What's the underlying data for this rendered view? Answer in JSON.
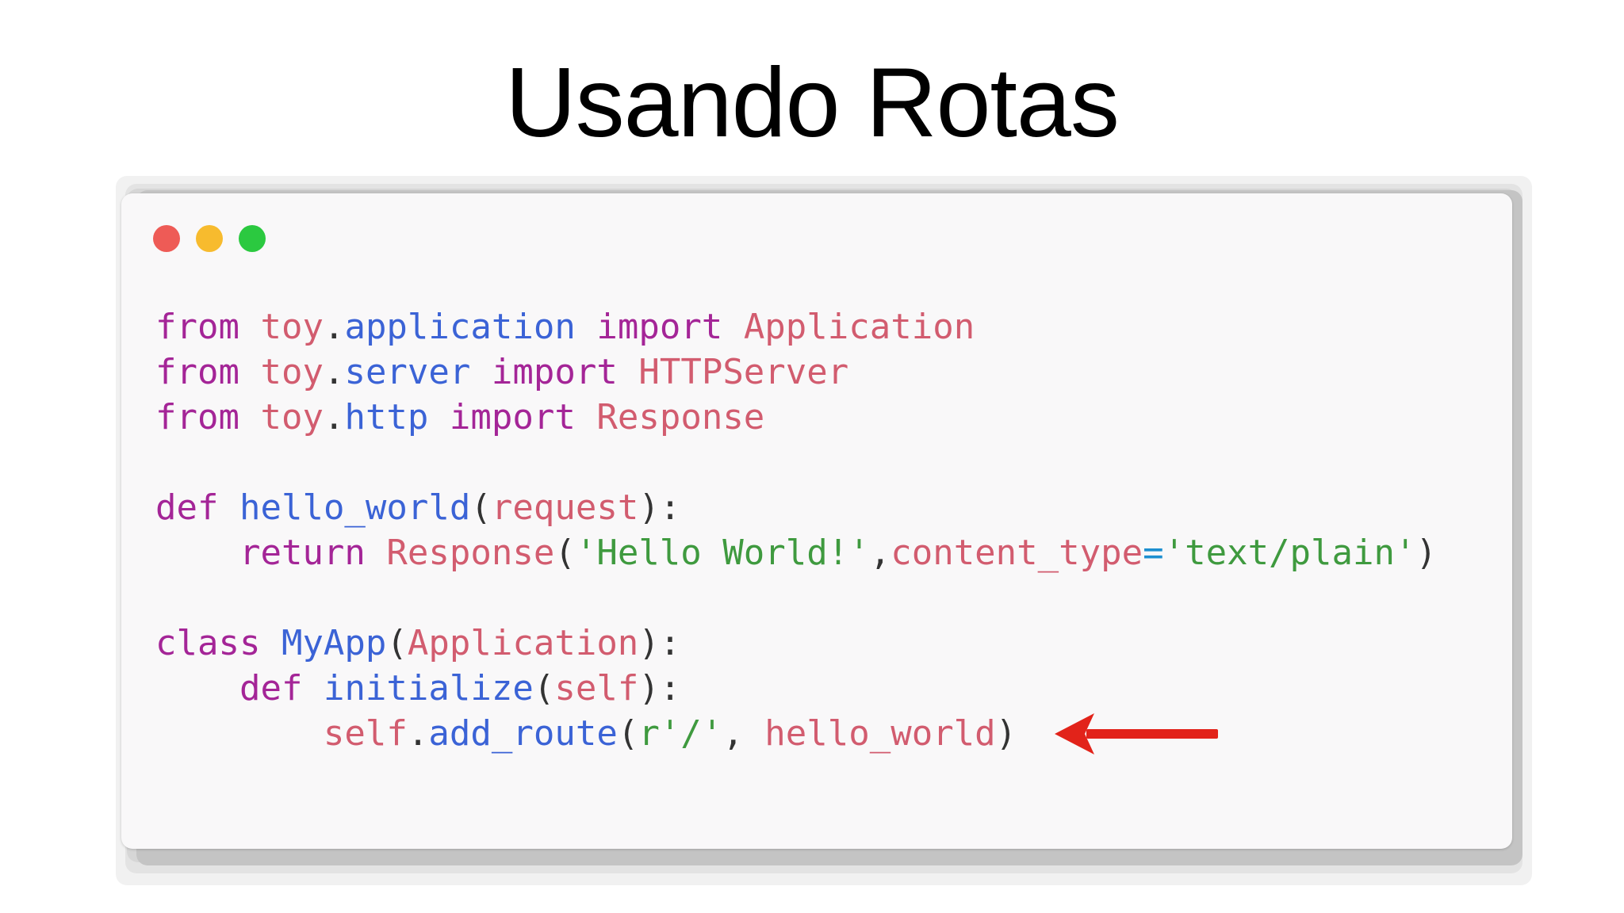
{
  "slide": {
    "title": "Usando Rotas"
  },
  "window": {
    "traffic_lights": [
      {
        "name": "close",
        "color": "#ee5b56"
      },
      {
        "name": "minimize",
        "color": "#f7bb2e"
      },
      {
        "name": "maximize",
        "color": "#2bc940"
      }
    ]
  },
  "colors": {
    "keyword": "#a42597",
    "module": "#d25c6f",
    "attribute": "#3b63d6",
    "function": "#3b63d6",
    "name": "#d25c6f",
    "string": "#3f9a3f",
    "punct": "#333333",
    "operator": "#1d8fd0",
    "arrow": "#e2231a"
  },
  "code": {
    "lines": [
      [
        {
          "t": "from",
          "c": "keyword"
        },
        {
          "t": " ",
          "c": "punct"
        },
        {
          "t": "toy",
          "c": "module"
        },
        {
          "t": ".",
          "c": "punct"
        },
        {
          "t": "application",
          "c": "attribute"
        },
        {
          "t": " ",
          "c": "punct"
        },
        {
          "t": "import",
          "c": "keyword"
        },
        {
          "t": " ",
          "c": "punct"
        },
        {
          "t": "Application",
          "c": "name"
        }
      ],
      [
        {
          "t": "from",
          "c": "keyword"
        },
        {
          "t": " ",
          "c": "punct"
        },
        {
          "t": "toy",
          "c": "module"
        },
        {
          "t": ".",
          "c": "punct"
        },
        {
          "t": "server",
          "c": "attribute"
        },
        {
          "t": " ",
          "c": "punct"
        },
        {
          "t": "import",
          "c": "keyword"
        },
        {
          "t": " ",
          "c": "punct"
        },
        {
          "t": "HTTPServer",
          "c": "name"
        }
      ],
      [
        {
          "t": "from",
          "c": "keyword"
        },
        {
          "t": " ",
          "c": "punct"
        },
        {
          "t": "toy",
          "c": "module"
        },
        {
          "t": ".",
          "c": "punct"
        },
        {
          "t": "http",
          "c": "attribute"
        },
        {
          "t": " ",
          "c": "punct"
        },
        {
          "t": "import",
          "c": "keyword"
        },
        {
          "t": " ",
          "c": "punct"
        },
        {
          "t": "Response",
          "c": "name"
        }
      ],
      [],
      [
        {
          "t": "def",
          "c": "keyword"
        },
        {
          "t": " ",
          "c": "punct"
        },
        {
          "t": "hello_world",
          "c": "function"
        },
        {
          "t": "(",
          "c": "punct"
        },
        {
          "t": "request",
          "c": "name"
        },
        {
          "t": "):",
          "c": "punct"
        }
      ],
      [
        {
          "t": "    ",
          "c": "punct"
        },
        {
          "t": "return",
          "c": "keyword"
        },
        {
          "t": " ",
          "c": "punct"
        },
        {
          "t": "Response",
          "c": "name"
        },
        {
          "t": "(",
          "c": "punct"
        },
        {
          "t": "'Hello World!'",
          "c": "string"
        },
        {
          "t": ",",
          "c": "punct"
        },
        {
          "t": "content_type",
          "c": "name"
        },
        {
          "t": "=",
          "c": "operator"
        },
        {
          "t": "'text/plain'",
          "c": "string"
        },
        {
          "t": ")",
          "c": "punct"
        }
      ],
      [],
      [
        {
          "t": "class",
          "c": "keyword"
        },
        {
          "t": " ",
          "c": "punct"
        },
        {
          "t": "MyApp",
          "c": "function"
        },
        {
          "t": "(",
          "c": "punct"
        },
        {
          "t": "Application",
          "c": "name"
        },
        {
          "t": "):",
          "c": "punct"
        }
      ],
      [
        {
          "t": "    ",
          "c": "punct"
        },
        {
          "t": "def",
          "c": "keyword"
        },
        {
          "t": " ",
          "c": "punct"
        },
        {
          "t": "initialize",
          "c": "function"
        },
        {
          "t": "(",
          "c": "punct"
        },
        {
          "t": "self",
          "c": "name"
        },
        {
          "t": "):",
          "c": "punct"
        }
      ],
      [
        {
          "t": "        ",
          "c": "punct"
        },
        {
          "t": "self",
          "c": "name"
        },
        {
          "t": ".",
          "c": "punct"
        },
        {
          "t": "add_route",
          "c": "attribute"
        },
        {
          "t": "(",
          "c": "punct"
        },
        {
          "t": "r'/'",
          "c": "string"
        },
        {
          "t": ", ",
          "c": "punct"
        },
        {
          "t": "hello_world",
          "c": "name"
        },
        {
          "t": ")",
          "c": "punct"
        }
      ]
    ]
  },
  "annotation": {
    "arrow_icon": "left-arrow-icon"
  }
}
